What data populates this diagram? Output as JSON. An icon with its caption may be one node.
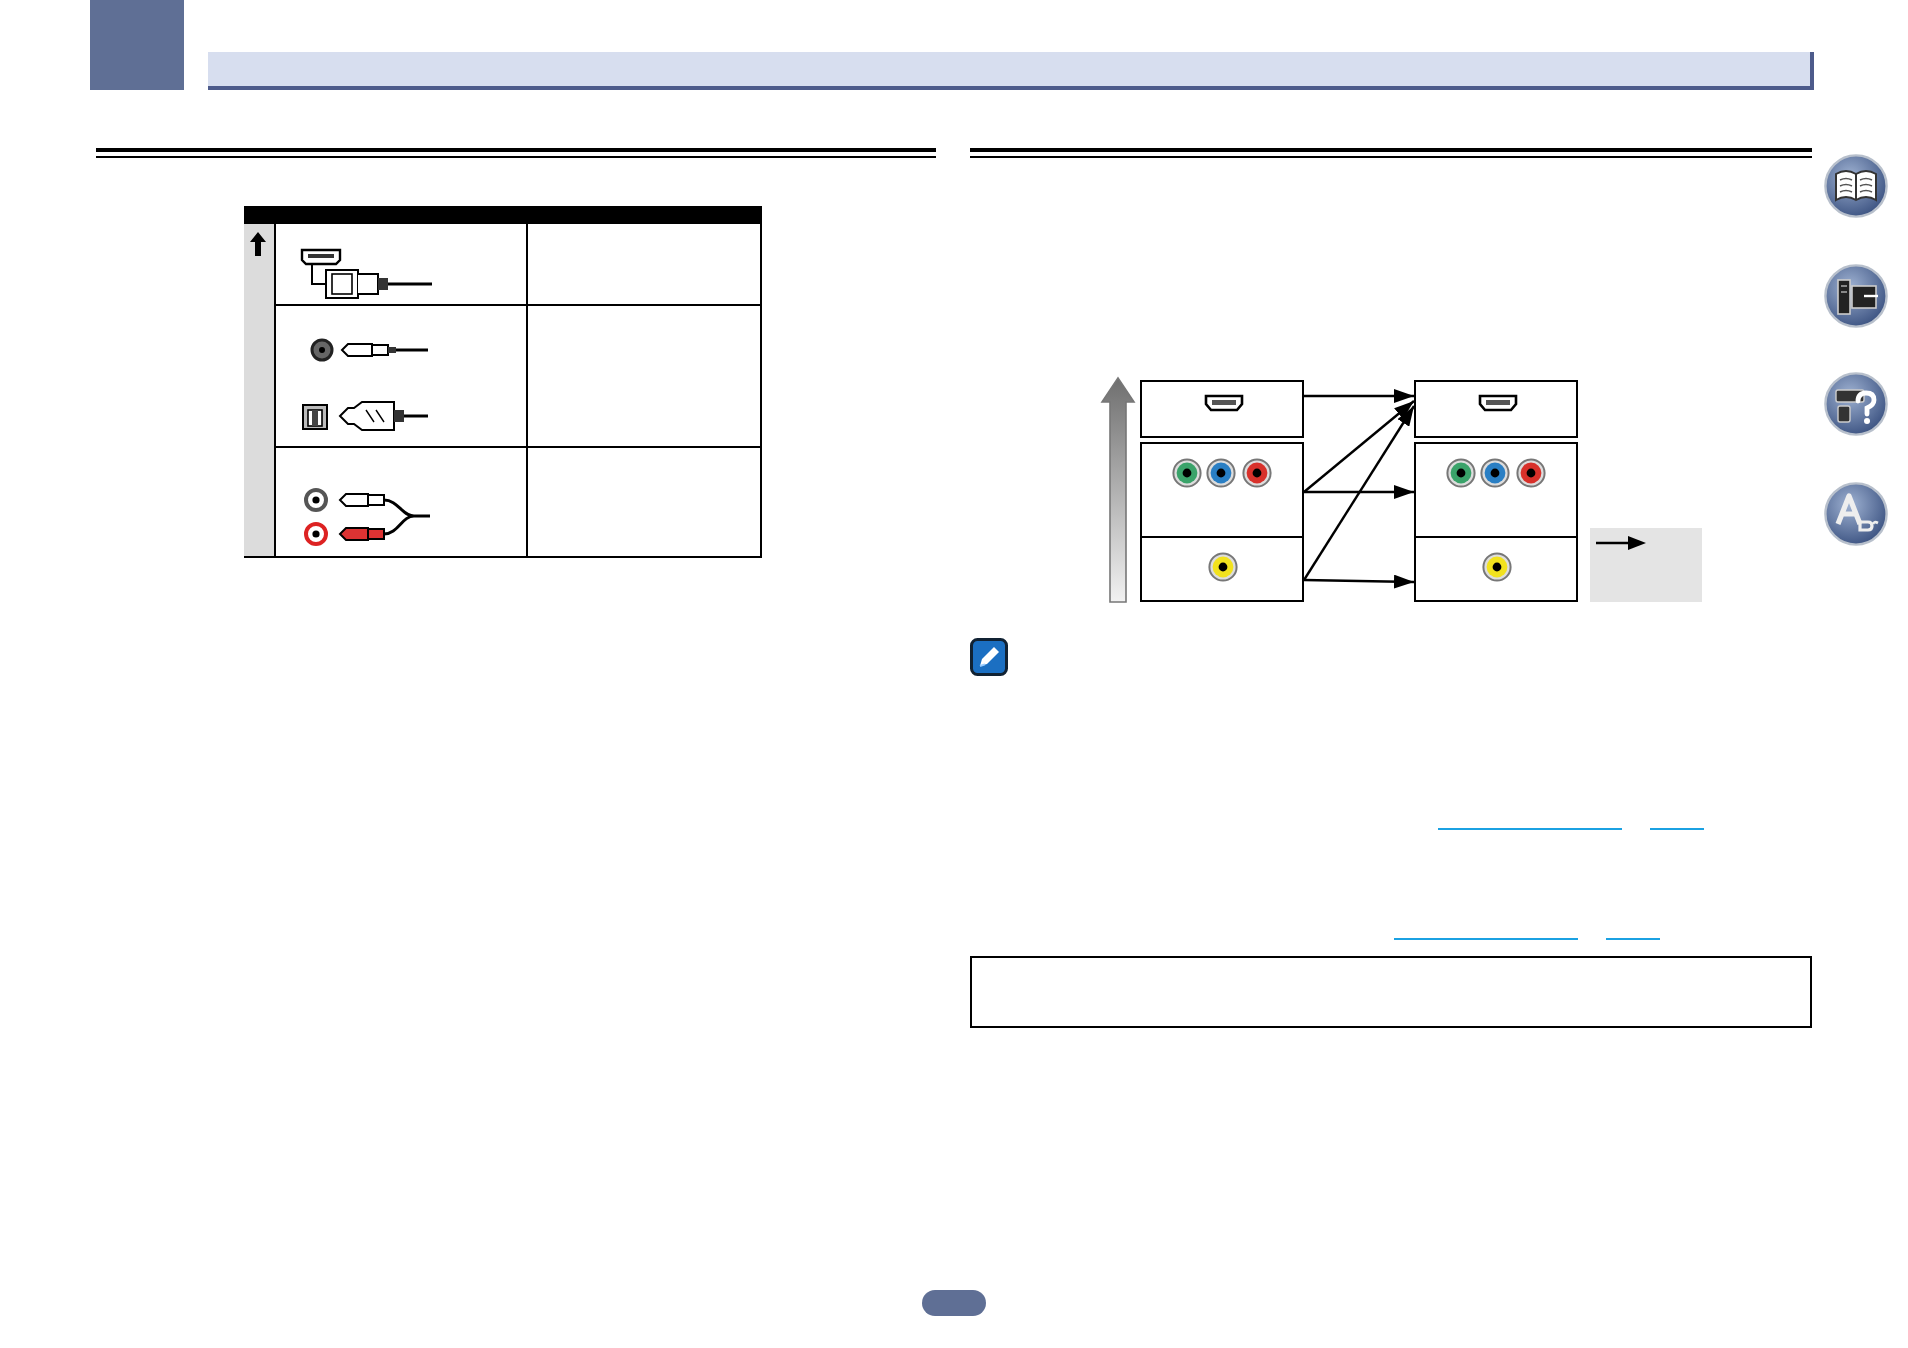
{
  "diagram": {
    "nodes": [
      {
        "text": [],
        "shape": "box"
      },
      {
        "text": [],
        "shape": "box"
      },
      {
        "text": [],
        "shape": "box"
      },
      {
        "text": [],
        "shape": "box"
      },
      {
        "text": [],
        "shape": "box"
      },
      {
        "text": [],
        "shape": "box"
      }
    ],
    "edges": [
      {
        "from": 0,
        "to": 3,
        "arrow": "to"
      },
      {
        "from": 1,
        "to": 3,
        "arrow": "to"
      },
      {
        "from": 1,
        "to": 4,
        "arrow": "to"
      },
      {
        "from": 2,
        "to": 3,
        "arrow": "to"
      },
      {
        "from": 2,
        "to": 5,
        "arrow": "to"
      }
    ]
  }
}
